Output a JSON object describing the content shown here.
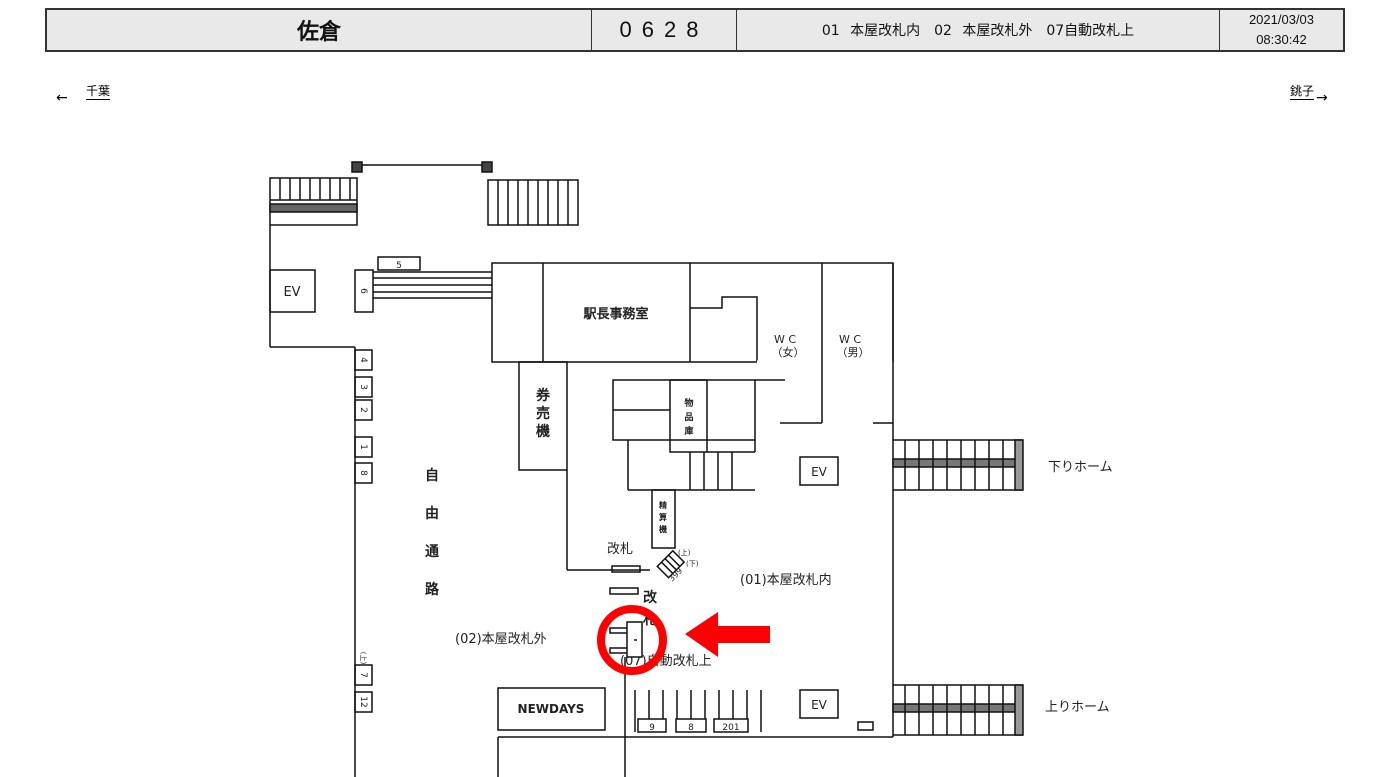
{
  "header": {
    "station_name": "佐倉",
    "station_code": "0628",
    "gate_legend": "01 本屋改札内　02 本屋改札外　07自動改札上",
    "date": "2021/03/03",
    "time": "08:30:42"
  },
  "directions": {
    "left": "千葉",
    "right": "銚子"
  },
  "plan": {
    "ev": "EV",
    "station_master_office": "駅長事務室",
    "wc_female_l1": "W C",
    "wc_female_l2": "（女）",
    "wc_male_l1": "W C",
    "wc_male_l2": "（男）",
    "ticket_machine": [
      "券",
      "売",
      "機"
    ],
    "storage": [
      "物",
      "品",
      "庫"
    ],
    "fare_adjust": [
      "精",
      "算",
      "機"
    ],
    "free_passage": [
      "自",
      "由",
      "通",
      "路"
    ],
    "gate": "改札",
    "gate_vertical": [
      "改",
      "札"
    ],
    "gate_01": "(01)本屋改札内",
    "gate_02": "(02)本屋改札外",
    "gate_07": "(07)自動改札上",
    "down_platform": "下りホーム",
    "up_platform": "上りホーム",
    "newdays": "NEWDAYS",
    "stair_up": "(上)",
    "stair_down": "(下)",
    "stair_no": "399",
    "numbers_left": [
      "4",
      "3",
      "2",
      "1",
      "8"
    ],
    "numbers_lower_left": [
      "(上)",
      "7",
      "12"
    ],
    "box_5": "5",
    "box_6": "6",
    "bottom_boxes": [
      "9",
      "8",
      "201"
    ]
  },
  "colors": {
    "highlight": "#ff0000",
    "header_bg": "#e9e9e9"
  }
}
